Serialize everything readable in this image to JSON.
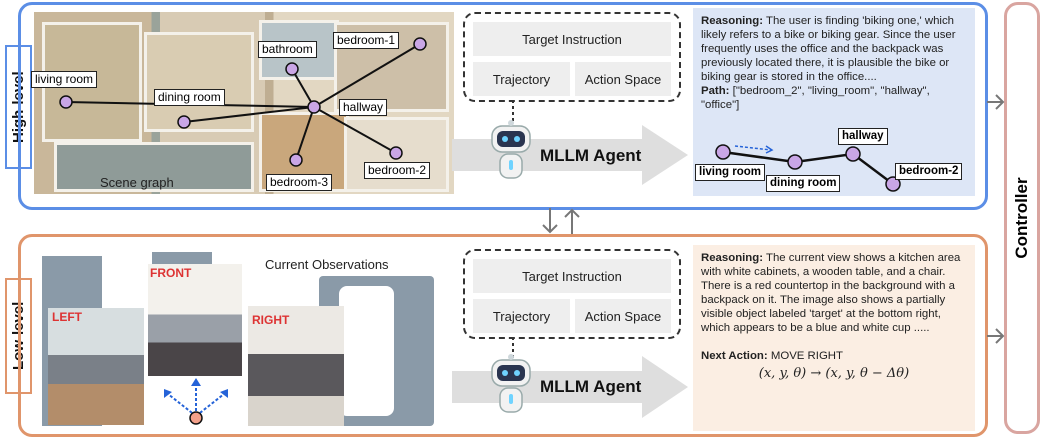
{
  "labels": {
    "high_level": "High-level",
    "low_level": "Low-level",
    "controller": "Controller"
  },
  "high": {
    "scene_graph_caption": "Scene graph",
    "rooms": [
      "bathroom",
      "bedroom-1",
      "living room",
      "dining room",
      "hallway",
      "bedroom-3",
      "bedroom-2"
    ],
    "inputs": {
      "target": "Target Instruction",
      "trajectory": "Trajectory",
      "action_space": "Action Space"
    },
    "agent": "MLLM Agent",
    "reasoning_label": "Reasoning:",
    "reasoning_text": "The user is finding 'biking one,' which likely refers to a bike or biking gear. Since the user frequently uses the office and the backpack was previously located there, it is plausible the bike or biking gear is stored in the office....",
    "path_label": "Path:",
    "path_text": "[\"bedroom_2\", \"living_room\", \"hallway\", \"office\"]",
    "path_nodes": [
      "living room",
      "dining room",
      "hallway",
      "bedroom-2"
    ]
  },
  "low": {
    "observations_caption": "Current Observations",
    "views": [
      "LEFT",
      "FRONT",
      "RIGHT"
    ],
    "inputs": {
      "target": "Target Instruction",
      "trajectory": "Trajectory",
      "action_space": "Action Space"
    },
    "agent": "MLLM Agent",
    "reasoning_label": "Reasoning:",
    "reasoning_text": "The current view shows a kitchen area with white cabinets, a wooden table, and a chair. There is a red countertop in the background with a backpack on it. The image also shows a partially visible object labeled 'target' at the bottom right, which appears to be a blue and white cup .....",
    "next_action_label": "Next Action:",
    "next_action_value": "MOVE RIGHT",
    "formula": "(x, y, θ) → (x, y, θ − Δθ)"
  },
  "colors": {
    "high_border": "#5b8ee6",
    "low_border": "#e0956b",
    "high_reason_bg": "#dde6f6",
    "low_reason_bg": "#fbeee3",
    "node_fill": "#c9a6e6",
    "view_label": "#d33333"
  }
}
